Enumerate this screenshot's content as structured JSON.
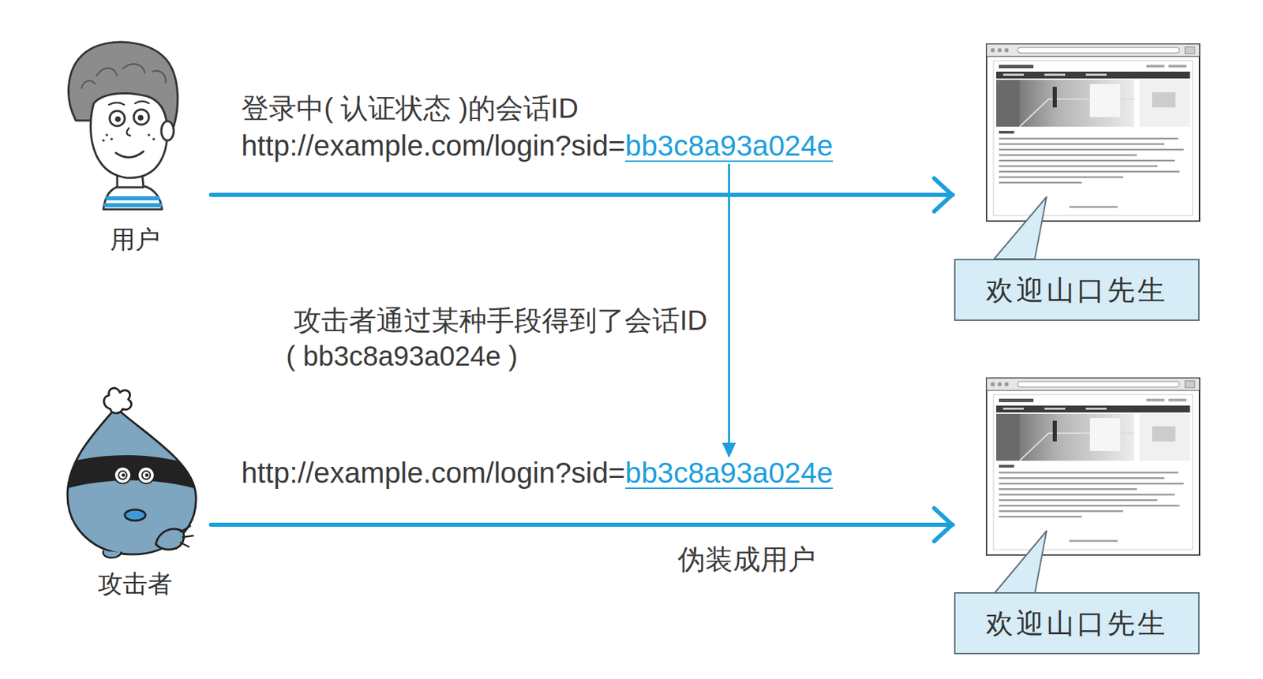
{
  "diagram": {
    "nodes": [
      {
        "text": [
          "用户"
        ]
      },
      {
        "text": [
          "欢迎山口先生"
        ]
      },
      {
        "text": [
          "攻击者"
        ]
      },
      {
        "text": [
          "欢迎山口先生"
        ]
      }
    ],
    "edges": [
      {
        "from": 0,
        "to": 1,
        "arrow": "to"
      },
      {
        "from": 2,
        "to": 3,
        "arrow": "to",
        "label": "伪装成用户"
      }
    ],
    "labels": [
      "登录中( 认证状态 )的会话ID",
      "http://example.com/login?sid=",
      "bb3c8a93a024e",
      "攻击者通过某种手段得到了会话ID",
      "( bb3c8a93a024e )",
      "http://example.com/login?sid=",
      "bb3c8a93a024e"
    ]
  }
}
